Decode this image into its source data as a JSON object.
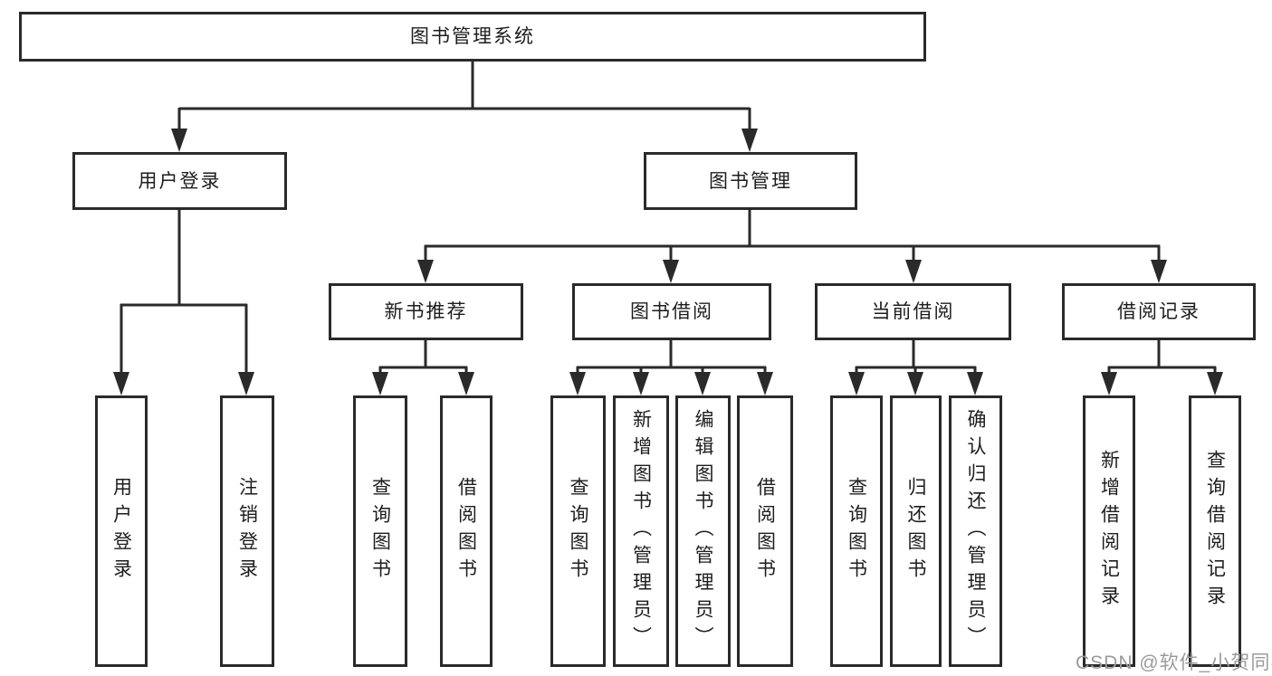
{
  "diagram": {
    "title": "图书管理系统",
    "branches": [
      {
        "label": "用户登录",
        "children": [
          {
            "label": "用户登录"
          },
          {
            "label": "注销登录"
          }
        ]
      },
      {
        "label": "图书管理",
        "children": [
          {
            "label": "新书推荐",
            "children": [
              {
                "label": "查询图书"
              },
              {
                "label": "借阅图书"
              }
            ]
          },
          {
            "label": "图书借阅",
            "children": [
              {
                "label": "查询图书"
              },
              {
                "label": "新增图书（管理员）"
              },
              {
                "label": "编辑图书（管理员）"
              },
              {
                "label": "借阅图书"
              }
            ]
          },
          {
            "label": "当前借阅",
            "children": [
              {
                "label": "查询图书"
              },
              {
                "label": "归还图书"
              },
              {
                "label": "确认归还（管理员）"
              }
            ]
          },
          {
            "label": "借阅记录",
            "children": [
              {
                "label": "新增借阅记录"
              },
              {
                "label": "查询借阅记录"
              }
            ]
          }
        ]
      }
    ]
  },
  "watermark": {
    "text": "CSDN @软件_小贺同学"
  },
  "colors": {
    "line": "#2a2a2a",
    "box_border": "#2a2a2a",
    "box_bg": "#ffffff",
    "text": "#1d1d1d",
    "watermark": "#9b9b9b",
    "background": "#ffffff"
  }
}
